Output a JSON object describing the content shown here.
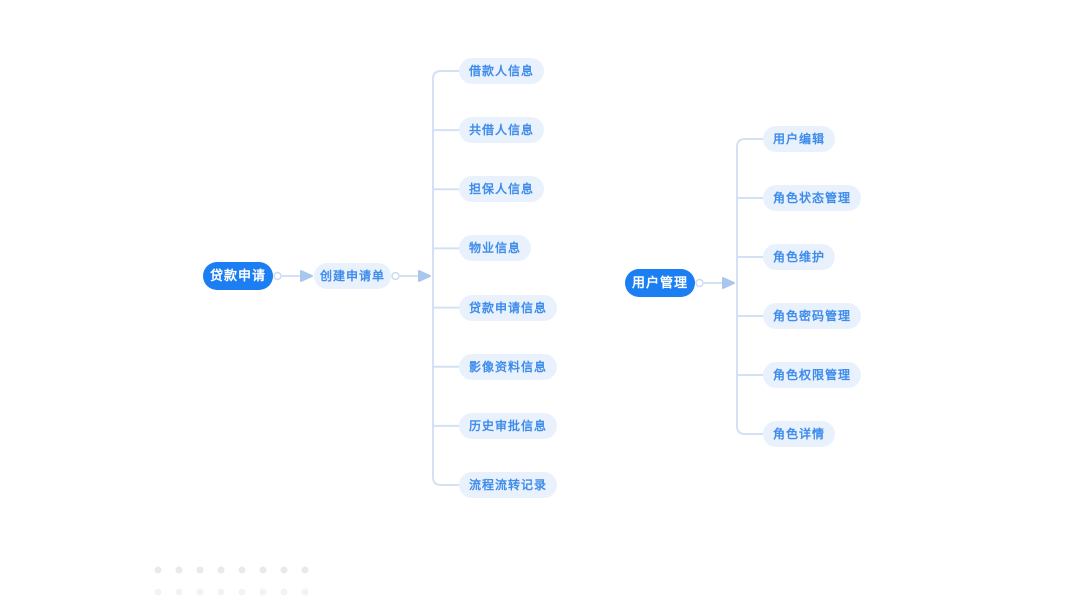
{
  "colors": {
    "root_fill": "#1b7ef2",
    "root_text": "#ffffff",
    "leaf_fill": "#e9f2fc",
    "leaf_text": "#3f8ceb",
    "line": "#d4e1f3",
    "arrow_head": "#a9c6ef",
    "connector_dot_fill": "#ffffff",
    "connector_dot_border": "#c9daf0",
    "dot_grid_row1": "#e9e9e9",
    "dot_grid_row2": "#f3f3f3"
  },
  "trees": [
    {
      "name": "loan-application",
      "chain": [
        {
          "label": "贷款申请",
          "style": "root"
        },
        {
          "label": "创建申请单",
          "style": "leaf"
        }
      ],
      "children": [
        "借款人信息",
        "共借人信息",
        "担保人信息",
        "物业信息",
        "贷款申请信息",
        "影像资料信息",
        "历史审批信息",
        "流程流转记录"
      ]
    },
    {
      "name": "user-management",
      "chain": [
        {
          "label": "用户管理",
          "style": "root"
        }
      ],
      "children": [
        "用户编辑",
        "角色状态管理",
        "角色维护",
        "角色密码管理",
        "角色权限管理",
        "角色详情"
      ]
    }
  ]
}
